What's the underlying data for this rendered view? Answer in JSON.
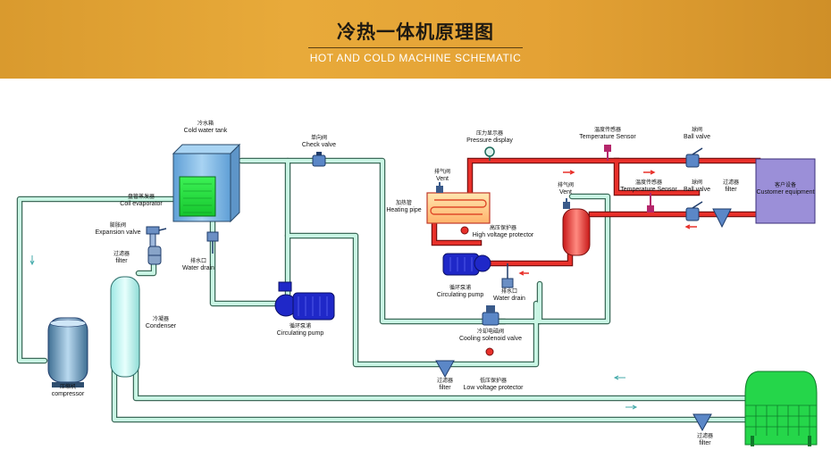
{
  "header": {
    "title_cn": "冷热一体机原理图",
    "title_en": "HOT AND COLD MACHINE SCHEMATIC"
  },
  "colors": {
    "header_bg": "#e4a235",
    "cold_pipe": "#c6f5e2",
    "cold_pipe_border": "#3d6b5a",
    "hot_pipe": "#e8302a",
    "hot_pipe_border": "#7a1010",
    "tank": "#7fb7e6",
    "evaporator": "#22e03a",
    "pump": "#1f28c8",
    "customer_equipment": "#9b8fd8",
    "cooling_tower": "#25d64a"
  },
  "labels": {
    "cold_water_tank": {
      "cn": "冷水箱",
      "en": "Cold water tank"
    },
    "check_valve": {
      "cn": "单向阀",
      "en": "Check valve"
    },
    "pressure_display": {
      "cn": "压力显示器",
      "en": "Pressure display"
    },
    "temp_sensor_top": {
      "cn": "温度传感器",
      "en": "Temperature Sensor"
    },
    "ball_valve_top": {
      "cn": "球阀",
      "en": "Ball valve"
    },
    "customer_equipment": {
      "cn": "客户设备",
      "en": "Customer equipment"
    },
    "coil_evaporator": {
      "cn": "盘管蒸发器",
      "en": "Coil evaporator"
    },
    "vent_1": {
      "cn": "排气阀",
      "en": "Vent"
    },
    "heating_pipe": {
      "cn": "加热管",
      "en": "Heating pipe"
    },
    "vent_2": {
      "cn": "排气阀",
      "en": "Vent"
    },
    "temp_sensor_mid": {
      "cn": "温度传感器",
      "en": "Temperature Sensor"
    },
    "ball_valve_mid": {
      "cn": "球阀",
      "en": "Ball valve"
    },
    "filter_customer": {
      "cn": "过滤器",
      "en": "filter"
    },
    "expansion_valve": {
      "cn": "膨胀阀",
      "en": "Expansion valve"
    },
    "high_voltage_protector": {
      "cn": "高压保护器",
      "en": "High voltage protector"
    },
    "filter_left": {
      "cn": "过滤器",
      "en": "filter"
    },
    "water_drain_1": {
      "cn": "排水口",
      "en": "Water drain"
    },
    "circulating_pump_hot": {
      "cn": "循环泵浦",
      "en": "Circulating pump"
    },
    "water_drain_2": {
      "cn": "排水口",
      "en": "Water drain"
    },
    "condenser": {
      "cn": "冷凝器",
      "en": "Condenser"
    },
    "circulating_pump_cold": {
      "cn": "循环泵浦",
      "en": "Circulating pump"
    },
    "cooling_solenoid_valve": {
      "cn": "冷却电磁阀",
      "en": "Cooling solenoid valve"
    },
    "compressor": {
      "cn": "压缩机",
      "en": "compressor"
    },
    "filter_bottom": {
      "cn": "过滤器",
      "en": "filter"
    },
    "low_voltage_protector": {
      "cn": "低压保护器",
      "en": "Low voltage protector"
    },
    "filter_tower": {
      "cn": "过滤器",
      "en": "filter"
    }
  }
}
